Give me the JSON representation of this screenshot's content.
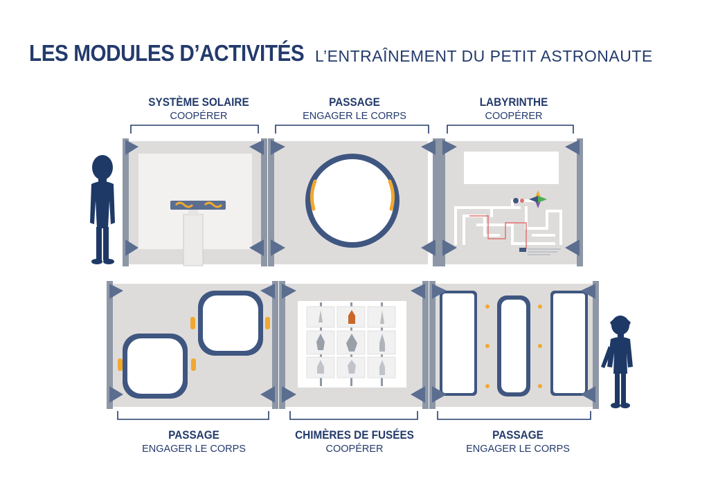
{
  "header": {
    "title": "LES MODULES D’ACTIVITÉS",
    "subtitle": "L’ENTRAÎNEMENT DU PETIT ASTRONAUTE"
  },
  "colors": {
    "navy": "#233a6b",
    "panel": "#dedcda",
    "frame": "#f2f1f0",
    "post": "#8e97a6",
    "accent": "#f0a830",
    "silhouette": "#1f3966",
    "trace": "#e07070"
  },
  "modules": [
    {
      "name": "SYSTÈME SOLAIRE",
      "activity": "COOPÉRER"
    },
    {
      "name": "PASSAGE",
      "activity": "ENGAGER LE CORPS"
    },
    {
      "name": "LABYRINTHE",
      "activity": "COOPÉRER"
    },
    {
      "name": "PASSAGE",
      "activity": "ENGAGER LE CORPS"
    },
    {
      "name": "CHIMÈRES DE FUSÉES",
      "activity": "COOPÉRER"
    },
    {
      "name": "PASSAGE",
      "activity": "ENGAGER LE CORPS"
    }
  ]
}
